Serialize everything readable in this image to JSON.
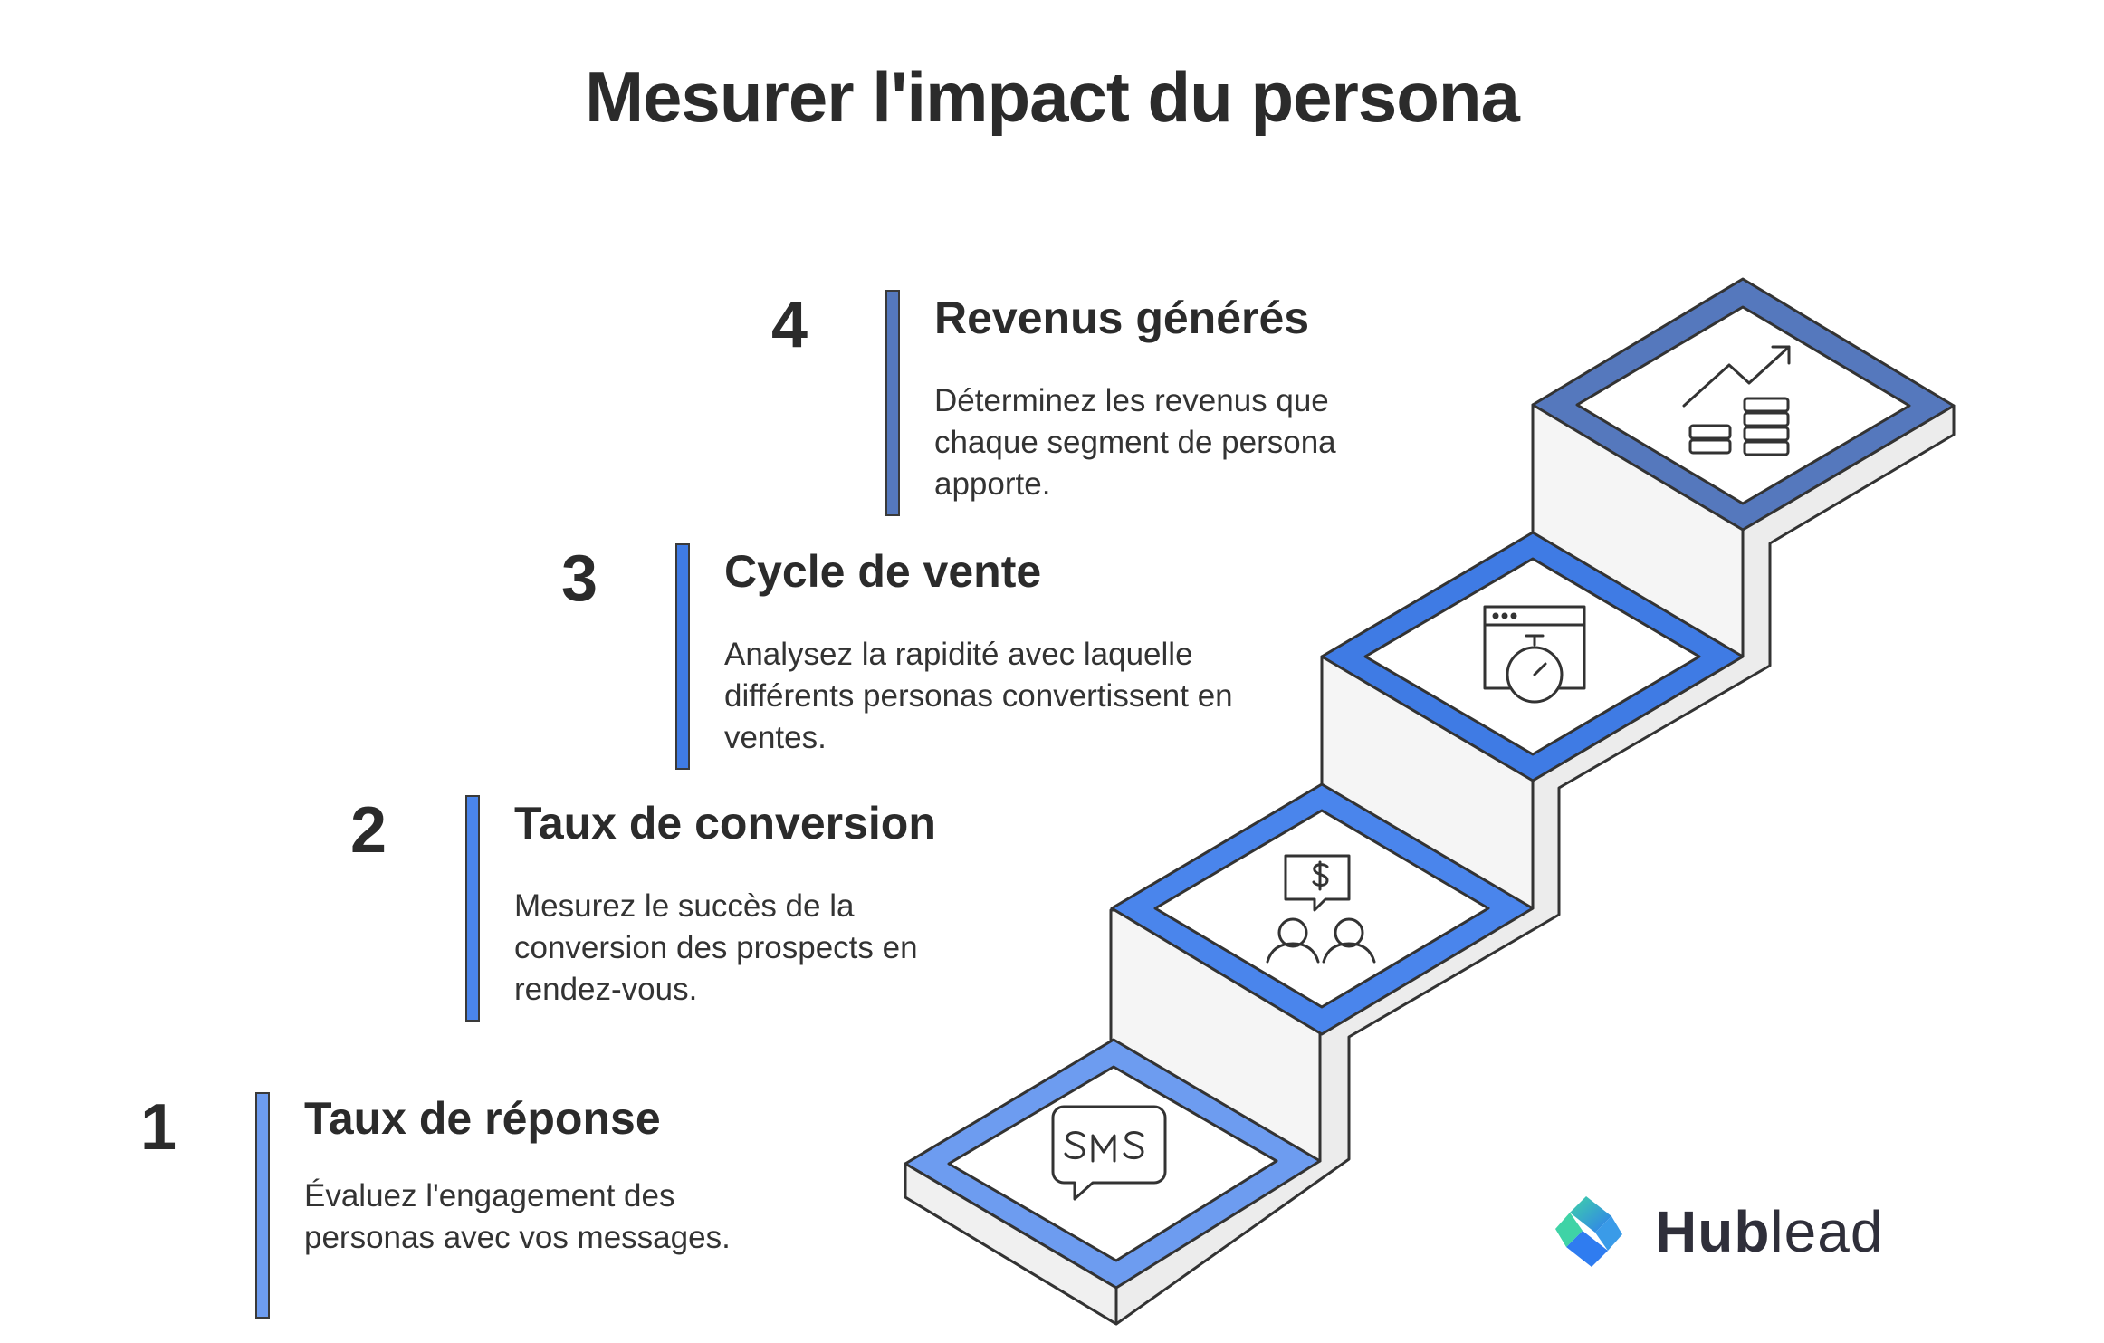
{
  "title": "Mesurer l'impact du persona",
  "steps": [
    {
      "number": "1",
      "heading": "Taux de réponse",
      "description": "Évaluez l'engagement des personas avec vos messages.",
      "icon": "sms-chat-icon",
      "color": "#6d9cf0"
    },
    {
      "number": "2",
      "heading": "Taux de conversion",
      "description": "Mesurez le succès de la conversion des prospects en rendez-vous.",
      "icon": "conversion-people-dollar-icon",
      "color": "#4a85ec"
    },
    {
      "number": "3",
      "heading": "Cycle de vente",
      "description": "Analysez la rapidité avec laquelle différents personas convertissent en ventes.",
      "icon": "stopwatch-window-icon",
      "color": "#3f7be4"
    },
    {
      "number": "4",
      "heading": "Revenus générés",
      "description": "Déterminez les revenus que chaque segment de persona apporte.",
      "icon": "revenue-coins-growth-icon",
      "color": "#5578bd"
    }
  ],
  "logo": {
    "brand_bold": "Hub",
    "brand_light": "lead",
    "icon": "hublead-logo-icon",
    "colors": [
      "#3fd3a6",
      "#2f7cf0"
    ]
  }
}
